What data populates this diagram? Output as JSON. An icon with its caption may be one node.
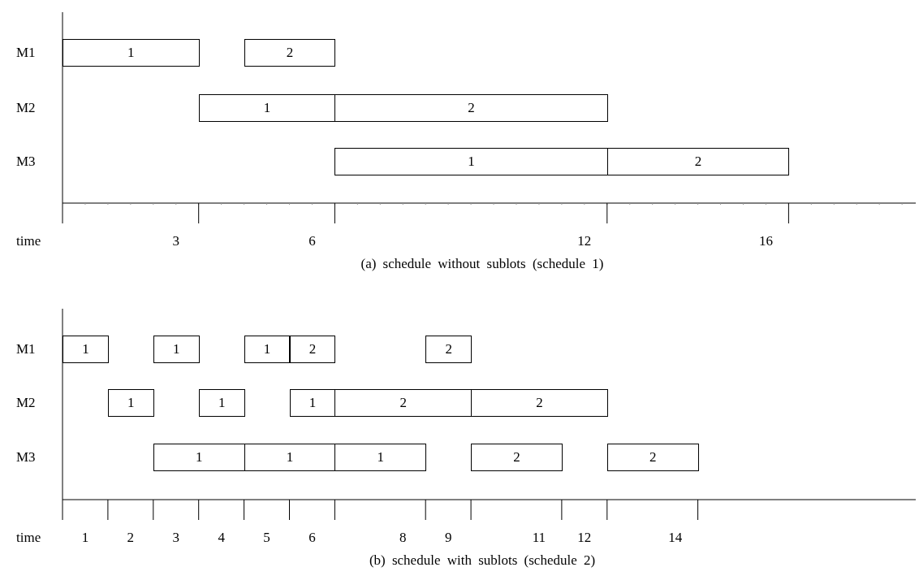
{
  "diagram": {
    "nodes": [
      {
        "text": [
          "1"
        ]
      },
      {
        "text": [
          "2"
        ]
      },
      {
        "text": [
          "1"
        ]
      },
      {
        "text": [
          "2"
        ]
      },
      {
        "text": [
          "1"
        ]
      },
      {
        "text": [
          "2"
        ]
      },
      {
        "text": [
          "1"
        ]
      },
      {
        "text": [
          "1"
        ]
      },
      {
        "text": [
          "1"
        ]
      },
      {
        "text": [
          "2"
        ]
      },
      {
        "text": [
          "2"
        ]
      },
      {
        "text": [
          "1"
        ]
      },
      {
        "text": [
          "1"
        ]
      },
      {
        "text": [
          "1"
        ]
      },
      {
        "text": [
          "2"
        ]
      },
      {
        "text": [
          "2"
        ]
      },
      {
        "text": [
          "1"
        ]
      },
      {
        "text": [
          "1"
        ]
      },
      {
        "text": [
          "1"
        ]
      },
      {
        "text": [
          "2"
        ]
      },
      {
        "text": [
          "2"
        ]
      }
    ],
    "labels": [
      "M1",
      "M2",
      "M3",
      "time",
      "3",
      "6",
      "12",
      "16",
      "(a) schedule without sublots (schedule 1)",
      "M1",
      "M2",
      "M3",
      "time",
      "1",
      "2",
      "3",
      "4",
      "5",
      "6",
      "8",
      "9",
      "11",
      "12",
      "14",
      "(b) schedule with sublots (schedule 2)"
    ]
  }
}
